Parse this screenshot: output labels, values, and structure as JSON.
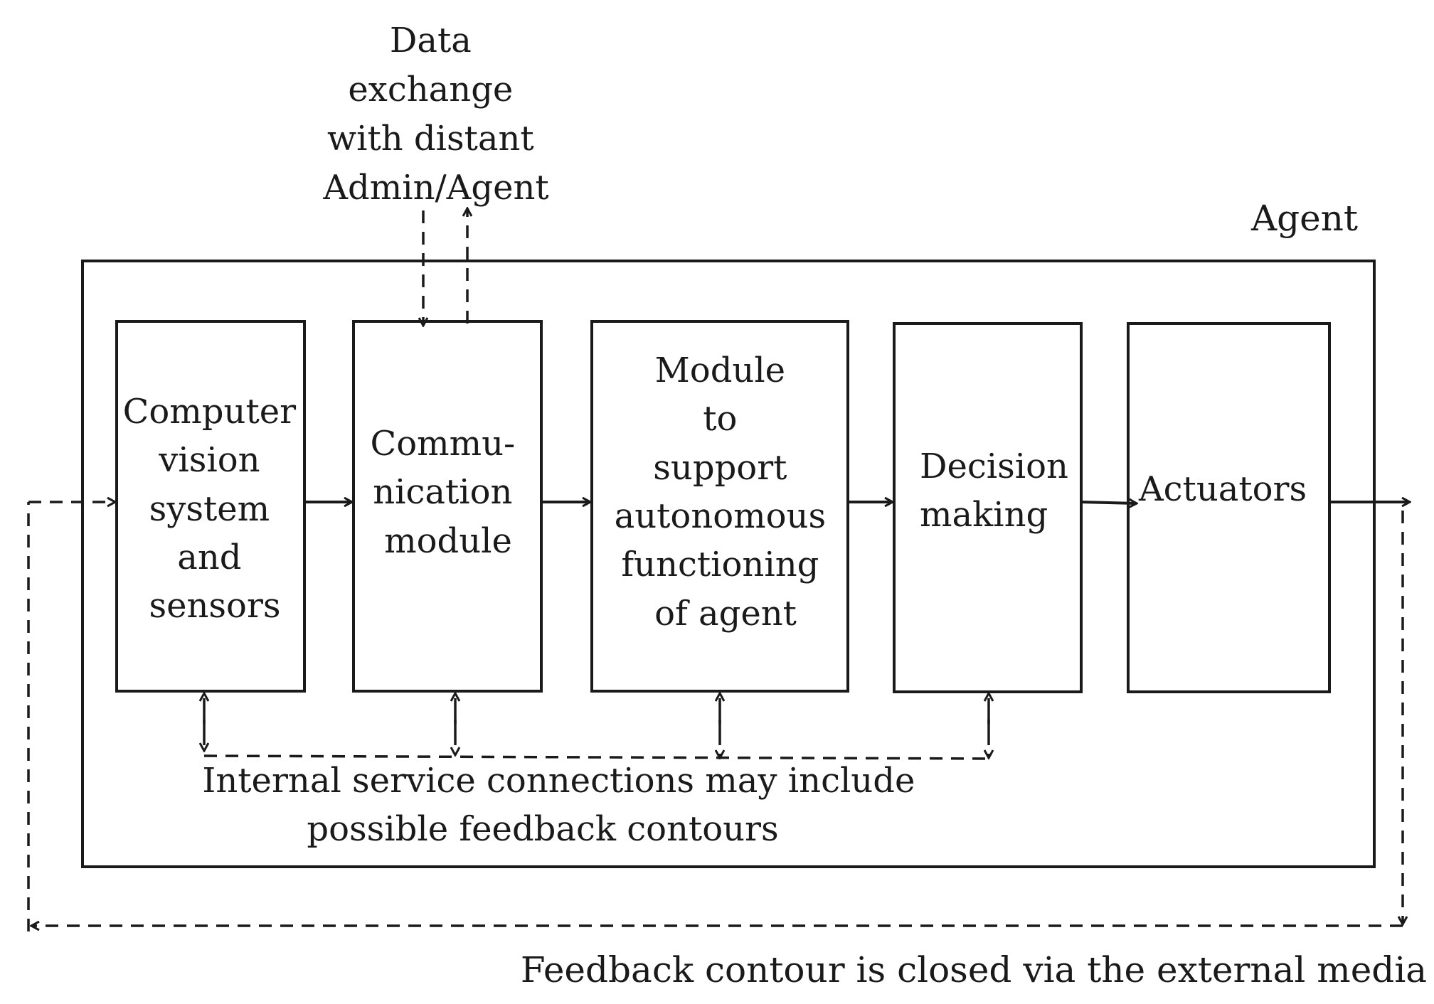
{
  "diagram": {
    "top_label": [
      "Data",
      "exchange",
      "with distant",
      "Admin/Agent"
    ],
    "agent_label": "Agent",
    "modules": {
      "computer_vision": [
        "Computer",
        "vision",
        "system",
        "and",
        "sensors"
      ],
      "communication": [
        "Commu-",
        "nication",
        "module"
      ],
      "autonomous": [
        "Module",
        "to",
        "support",
        "autonomous",
        "functioning",
        "of agent"
      ],
      "decision": [
        "Decision",
        "making"
      ],
      "actuators": [
        "Actuators"
      ]
    },
    "internal_note": [
      "Internal service connections may include",
      "possible feedback contours"
    ],
    "external_note": "Feedback contour is closed via the external media"
  }
}
